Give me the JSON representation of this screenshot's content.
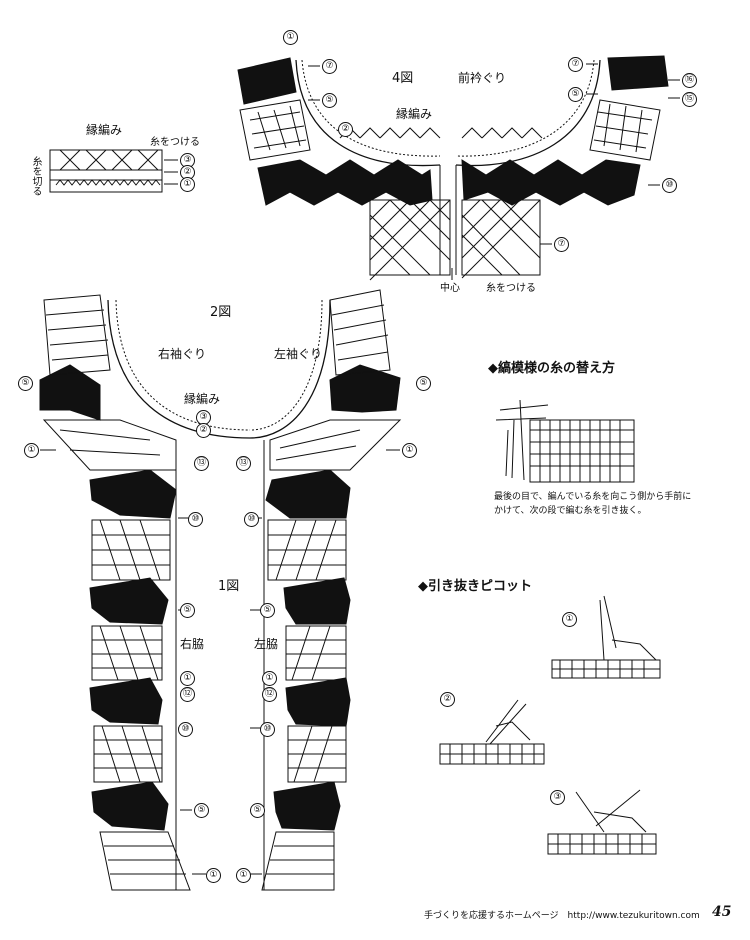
{
  "figure4": {
    "title": "4図",
    "subtitle": "前衿ぐり",
    "edging": "縁編み",
    "center": "中心",
    "attach": "糸をつける",
    "row_markers": [
      "①",
      "⑦",
      "⑤",
      "②",
      "⑦",
      "⑤",
      "⑯",
      "⑮",
      "⑩",
      "⑦"
    ]
  },
  "edging_sample": {
    "title": "縁編み",
    "attach": "糸をつける",
    "cut": "糸を切る",
    "rows": [
      "③",
      "②",
      "①"
    ]
  },
  "figure2": {
    "title": "2図",
    "right": "右袖ぐり",
    "left": "左袖ぐり",
    "edging": "縁編み",
    "row_markers": [
      "⑤",
      "⑤",
      "③",
      "②",
      "①",
      "⑬",
      "①",
      "⑬"
    ]
  },
  "figure1": {
    "title": "1図",
    "right": "右脇",
    "left": "左脇",
    "row_markers": [
      "⑩",
      "⑩",
      "⑤",
      "⑤",
      "①",
      "⑫",
      "①",
      "⑫",
      "⑩",
      "⑩",
      "⑤",
      "⑤",
      "①",
      "①"
    ]
  },
  "stripe_change": {
    "title": "◆縞模様の糸の替え方",
    "note": "最後の目で、編んでいる糸を向こう側から手前にかけて、次の段で編む糸を引き抜く。"
  },
  "picot": {
    "title": "◆引き抜きピコット",
    "steps": [
      "①",
      "②",
      "③"
    ]
  },
  "footer": {
    "text": "手づくりを応援するホームページ　http://www.tezukuritown.com",
    "page": "45"
  }
}
